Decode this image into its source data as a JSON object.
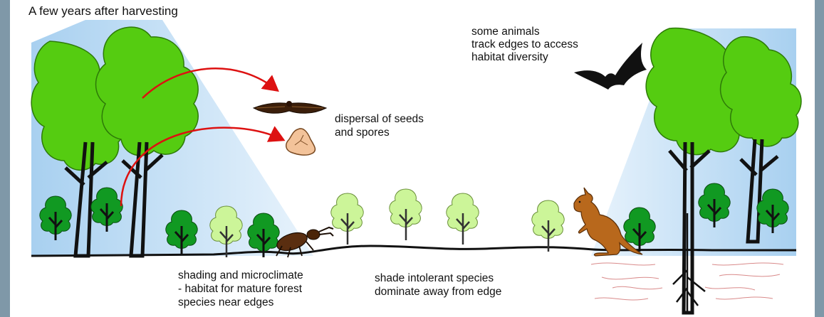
{
  "title": "A few years after harvesting",
  "annotations": {
    "animals": "some animals\ntrack edges to access\nhabitat diversity",
    "dispersal": "dispersal of seeds\nand spores",
    "shading": "shading and microclimate\n- habitat for mature forest\nspecies near edges",
    "intolerant": "shade intolerant species\ndominate away from edge"
  },
  "colors": {
    "background": "#7f98a8",
    "panel": "#ffffff",
    "canopy": "#55cc11",
    "dark_tree": "#119922",
    "young_tree": "#ccf599",
    "arrow": "#dd1111",
    "sky_shade": "#bcdcf4"
  },
  "icons": [
    "bat-icon",
    "kangaroo-icon",
    "beetle-icon",
    "winged-seed-icon",
    "spore-icon"
  ]
}
